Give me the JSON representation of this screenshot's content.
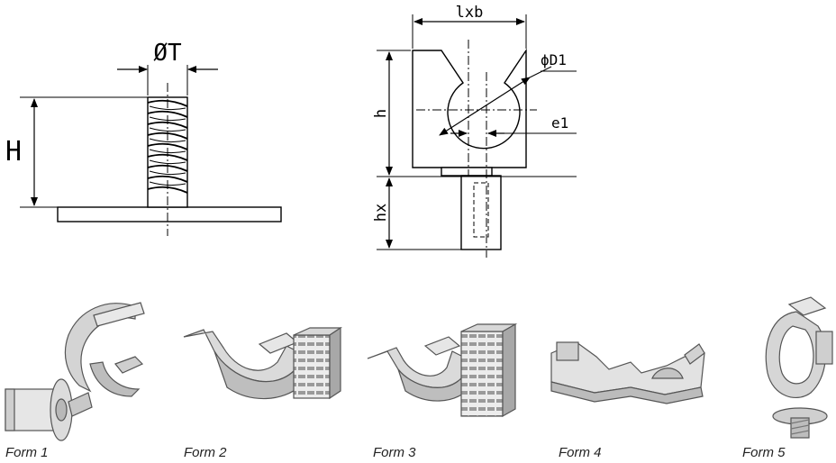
{
  "drawing_screw": {
    "dim_diameter": "ØT",
    "dim_height": "H"
  },
  "drawing_block": {
    "dim_width": "lxb",
    "dim_hole": "ϕD1",
    "dim_height": "h",
    "dim_offset": "e1",
    "dim_stem": "hx"
  },
  "forms": [
    {
      "label": "Form 1"
    },
    {
      "label": "Form 2"
    },
    {
      "label": "Form 3"
    },
    {
      "label": "Form 4"
    },
    {
      "label": "Form 5"
    }
  ]
}
